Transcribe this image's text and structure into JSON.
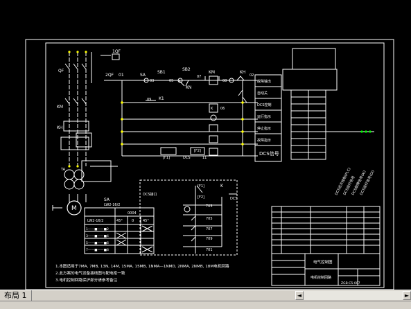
{
  "colors": {
    "background": "#000000",
    "line": "#ffffff",
    "accent_yellow": "#ffff00",
    "accent_cyan": "#00ffff",
    "accent_green": "#00ff00"
  },
  "diagram": {
    "power": {
      "qf_top": "1QF",
      "qf": "QF",
      "km": "KM",
      "kh": "KH",
      "motor": "M",
      "tq": "TA"
    },
    "ctrl": {
      "zqf": "2QF",
      "n01": "01",
      "sa": "SA",
      "n03": "03",
      "sb1": "SB1",
      "n05": "05",
      "sb2": "SB2",
      "n07": "07",
      "km": "KM",
      "n08": "08",
      "kh": "KH",
      "n02": "02",
      "kn": "KN",
      "n09": "09",
      "k1": "K1",
      "k": "K",
      "n06": "06",
      "dcs": "DCS",
      "n11": "11",
      "f1": "[F1]",
      "f2": "[F2]"
    },
    "right_labels": [
      "故障输出",
      "自动关",
      "DCS控制",
      "运行指示",
      "停止指示",
      "故障指示",
      "DCS信号"
    ],
    "dcs_box": {
      "title": "DCS接口",
      "k": "K",
      "dcs": "DCS",
      "f1": "[F1]",
      "f2": "[F2]",
      "nodes": [
        "703",
        "705",
        "707",
        "709",
        "701"
      ]
    },
    "sa_table": {
      "title": "SA",
      "model": "LW2-16/2",
      "header": "LW2-16/2",
      "col_head": "0004",
      "cols": [
        "45°",
        "0",
        "45°"
      ],
      "rows": [
        "1——■——■2",
        "3——■——■4",
        "5——■——■6",
        "7——■——■8"
      ]
    },
    "rotated": [
      "DCS远方控制(PLC)",
      "DCS运行信号",
      "DCS故障信号(AI)",
      "DCS运行信号(Di)"
    ],
    "notes": [
      "1.本图适用于7MA, 7MB, 13N, 14M, 15MA, 15MB, 1NMA—1NMD, 2NMA, 2NMB, 18M电机回路",
      "2.此方案的电气设备接线图与配电柜一致",
      "3.电机控制回路保护部分请参考备注"
    ],
    "title_block": {
      "project": "电气控制图",
      "drawing": "电机控制回路",
      "no": "ZGB-C5-007"
    }
  },
  "tabbar": {
    "layout_tab": "布局 1"
  },
  "scroll": {
    "left": "◄",
    "right": "►"
  }
}
